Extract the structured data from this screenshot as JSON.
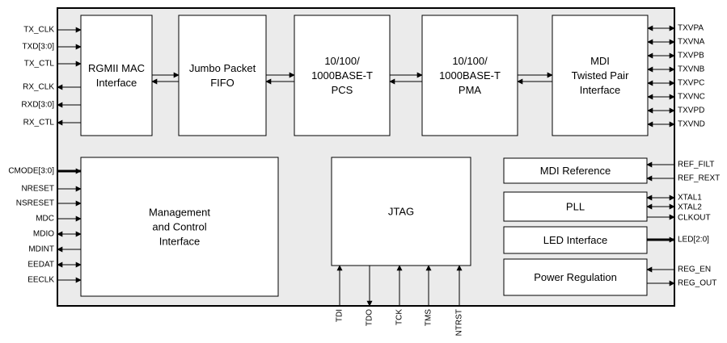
{
  "blocks": {
    "rgmii": [
      "RGMII MAC",
      "Interface"
    ],
    "fifo": [
      "Jumbo Packet",
      "FIFO"
    ],
    "pcs": [
      "10/100/",
      "1000BASE-T",
      "PCS"
    ],
    "pma": [
      "10/100/",
      "1000BASE-T",
      "PMA"
    ],
    "mdi": [
      "MDI",
      "Twisted Pair",
      "Interface"
    ],
    "mgmt": [
      "Management",
      "and Control",
      "Interface"
    ],
    "jtag": [
      "JTAG"
    ],
    "mdiref": [
      "MDI Reference"
    ],
    "pll": [
      "PLL"
    ],
    "led": [
      "LED Interface"
    ],
    "power": [
      "Power Regulation"
    ]
  },
  "pins": {
    "left_mac": [
      "TX_CLK",
      "TXD[3:0]",
      "TX_CTL",
      "RX_CLK",
      "RXD[3:0]",
      "RX_CTL"
    ],
    "left_mgmt": [
      "CMODE[3:0]",
      "NRESET",
      "NSRESET",
      "MDC",
      "MDIO",
      "MDINT",
      "EEDAT",
      "EECLK"
    ],
    "right_mdi": [
      "TXVPA",
      "TXVNA",
      "TXVPB",
      "TXVNB",
      "TXVPC",
      "TXVNC",
      "TXVPD",
      "TXVND"
    ],
    "right_ref": [
      "REF_FILT",
      "REF_REXT"
    ],
    "right_pll": [
      "XTAL1",
      "XTAL2",
      "CLKOUT"
    ],
    "right_led": [
      "LED[2:0]"
    ],
    "right_power": [
      "REG_EN",
      "REG_OUT"
    ],
    "bottom_jtag": [
      "TDI",
      "TDO",
      "TCK",
      "TMS",
      "NTRST"
    ]
  }
}
